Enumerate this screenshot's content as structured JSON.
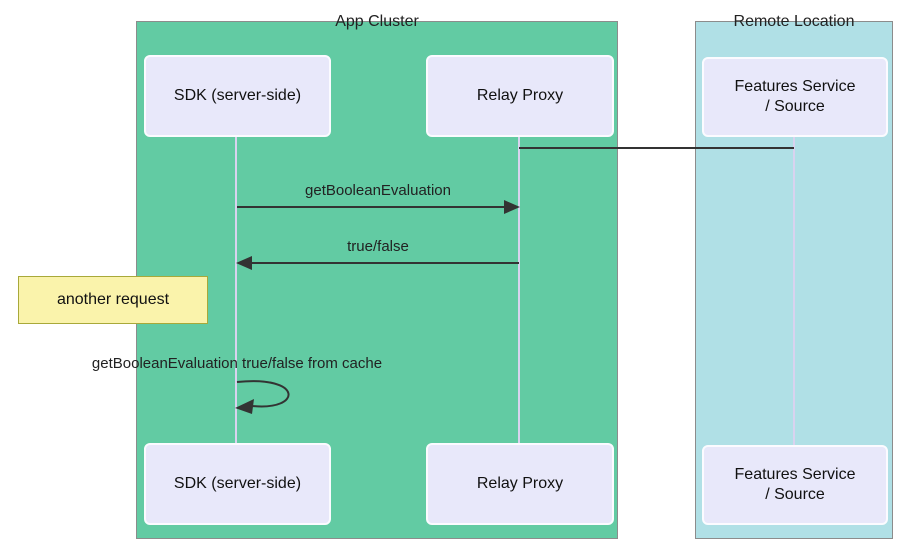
{
  "diagram": {
    "type": "sequence-diagram",
    "groups": [
      {
        "label": "App Cluster",
        "fill": "#62cba3"
      },
      {
        "label": "Remote Location",
        "fill": "#b0e0e6"
      }
    ],
    "participants": [
      {
        "label": "SDK (server-side)"
      },
      {
        "label": "Relay Proxy"
      },
      {
        "lines": [
          "Features Service",
          "/ Source"
        ]
      }
    ],
    "messages": [
      {
        "label": "getBooleanEvaluation",
        "from": "SDK (server-side)",
        "to": "Relay Proxy",
        "arrow": "solid-right"
      },
      {
        "label": "true/false",
        "from": "Relay Proxy",
        "to": "SDK (server-side)",
        "arrow": "solid-left"
      },
      {
        "label": "getBooleanEvaluation true/false from cache",
        "from": "SDK (server-side)",
        "to": "SDK (server-side)",
        "arrow": "self-loop"
      },
      {
        "label": "",
        "from": "Relay Proxy",
        "to": "Features Service / Source",
        "arrow": "plain-line"
      }
    ],
    "note": {
      "label": "another request"
    },
    "colors": {
      "app_cluster_fill": "#62cba3",
      "remote_location_fill": "#b0e0e6",
      "cluster_border": "#8c8c8c",
      "participant_fill": "#e8e8fa",
      "participant_border": "#fbfbff",
      "note_fill": "#faf3ab",
      "note_border": "#a8a93a",
      "lifeline": "#d8d3ef",
      "arrow": "#333333",
      "text": "#222222"
    }
  }
}
